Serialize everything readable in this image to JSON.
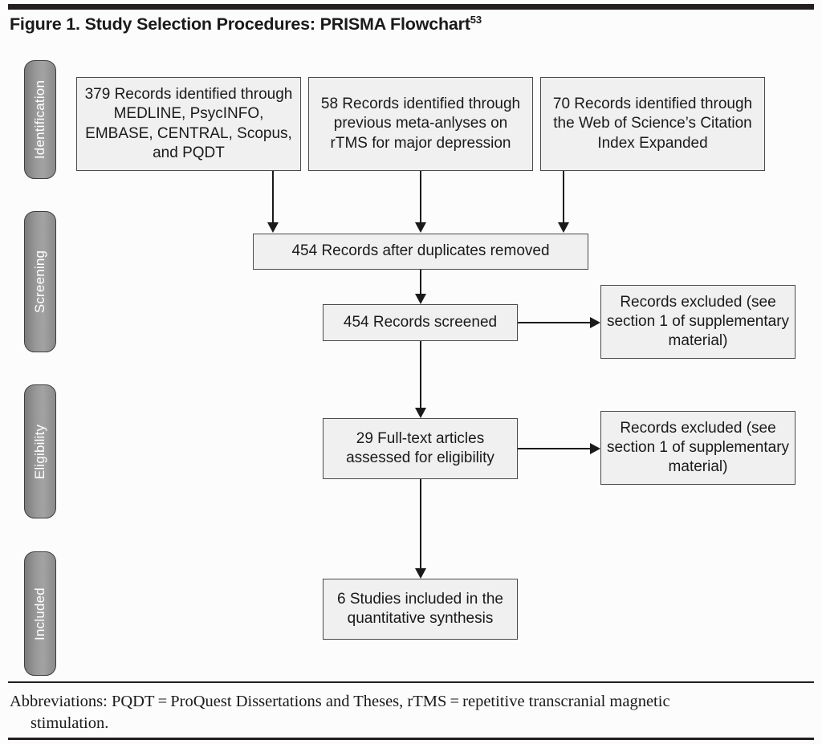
{
  "figure": {
    "title_main": "Figure 1. Study Selection Procedures: PRISMA Flowchart",
    "title_superscript": "53"
  },
  "stages": [
    {
      "label": "Identification"
    },
    {
      "label": "Screening"
    },
    {
      "label": "Eligibility"
    },
    {
      "label": "Included"
    }
  ],
  "flow": {
    "identification": [
      {
        "text": "379 Records identified through MEDLINE, PsycINFO, EMBASE, CENTRAL, Scopus, and PQDT"
      },
      {
        "text": "58 Records identified through previous meta-anlyses on rTMS for major depression"
      },
      {
        "text": "70 Records identified through the Web of Science’s Citation Index Expanded"
      }
    ],
    "duplicates_removed": {
      "text": "454 Records after duplicates removed"
    },
    "records_screened": {
      "text": "454 Records screened"
    },
    "excluded_screening": {
      "text": "Records excluded (see section 1 of supplementary material)"
    },
    "full_text_assessed": {
      "text": "29 Full-text articles assessed for eligibility"
    },
    "excluded_eligibility": {
      "text": "Records excluded (see section 1 of supplementary material)"
    },
    "included_studies": {
      "text": "6 Studies included in the quantitative synthesis"
    }
  },
  "footnote": {
    "line1": "Abbreviations: PQDT = ProQuest Dissertations and Theses, rTMS = repetitive transcranial magnetic",
    "line2": "stimulation."
  },
  "colors": {
    "rule": "#231f20",
    "box_fill": "#f0f0f0",
    "box_border": "#4a4a4a",
    "stage_fill": "#9a9a9a",
    "stage_text": "#ffffff",
    "connector": "#1a1a1a",
    "page_background": "#fcfcfc"
  },
  "chart_data": {
    "type": "diagram",
    "title": "Figure 1. Study Selection Procedures: PRISMA Flowchart",
    "stages": [
      "Identification",
      "Screening",
      "Eligibility",
      "Included"
    ],
    "nodes": [
      {
        "id": "src1",
        "stage": "Identification",
        "count": 379,
        "label": "379 Records identified through MEDLINE, PsycINFO, EMBASE, CENTRAL, Scopus, and PQDT"
      },
      {
        "id": "src2",
        "stage": "Identification",
        "count": 58,
        "label": "58 Records identified through previous meta-anlyses on rTMS for major depression"
      },
      {
        "id": "src3",
        "stage": "Identification",
        "count": 70,
        "label": "70 Records identified through the Web of Science’s Citation Index Expanded"
      },
      {
        "id": "dedup",
        "stage": "Screening",
        "count": 454,
        "label": "454 Records after duplicates removed"
      },
      {
        "id": "screened",
        "stage": "Screening",
        "count": 454,
        "label": "454 Records screened"
      },
      {
        "id": "excl1",
        "stage": "Screening",
        "count": null,
        "label": "Records excluded (see section 1 of supplementary material)"
      },
      {
        "id": "fulltext",
        "stage": "Eligibility",
        "count": 29,
        "label": "29 Full-text articles assessed for eligibility"
      },
      {
        "id": "excl2",
        "stage": "Eligibility",
        "count": null,
        "label": "Records excluded (see section 1 of supplementary material)"
      },
      {
        "id": "included",
        "stage": "Included",
        "count": 6,
        "label": "6 Studies included in the quantitative synthesis"
      }
    ],
    "edges": [
      {
        "from": "src1",
        "to": "dedup"
      },
      {
        "from": "src2",
        "to": "dedup"
      },
      {
        "from": "src3",
        "to": "dedup"
      },
      {
        "from": "dedup",
        "to": "screened"
      },
      {
        "from": "screened",
        "to": "excl1"
      },
      {
        "from": "screened",
        "to": "fulltext"
      },
      {
        "from": "fulltext",
        "to": "excl2"
      },
      {
        "from": "fulltext",
        "to": "included"
      }
    ]
  }
}
